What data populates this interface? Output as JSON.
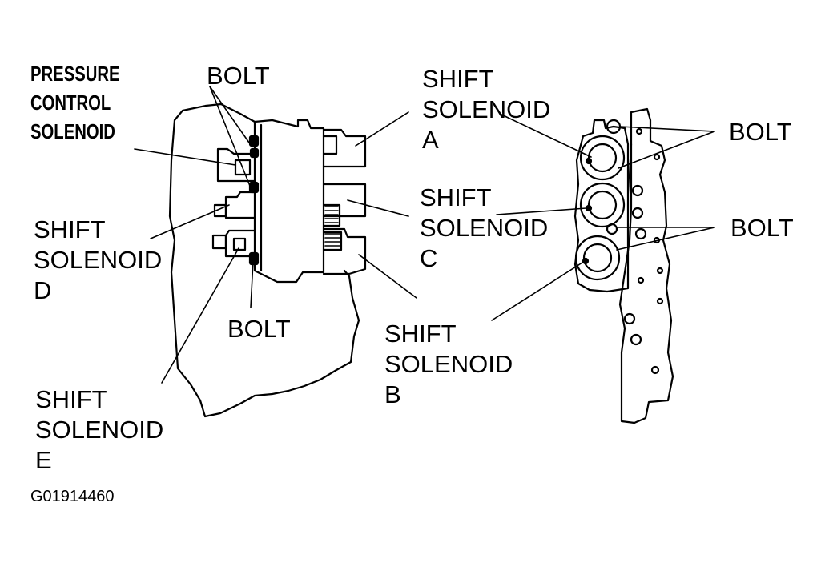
{
  "labels": {
    "pressure_control": [
      "PRESSURE",
      "CONTROL",
      "SOLENOID"
    ],
    "bolt_top": "BOLT",
    "bolt_mid": "BOLT",
    "bolt_right_top": "BOLT",
    "bolt_right_mid": "BOLT",
    "shift_a": [
      "SHIFT",
      "SOLENOID",
      "A"
    ],
    "shift_b": [
      "SHIFT",
      "SOLENOID",
      "B"
    ],
    "shift_c": [
      "SHIFT",
      "SOLENOID",
      "C"
    ],
    "shift_d": [
      "SHIFT",
      "SOLENOID",
      "D"
    ],
    "shift_e": [
      "SHIFT",
      "SOLENOID",
      "E"
    ]
  },
  "figure_code": "G01914460",
  "colors": {
    "ink": "#000000",
    "paper": "#ffffff"
  }
}
